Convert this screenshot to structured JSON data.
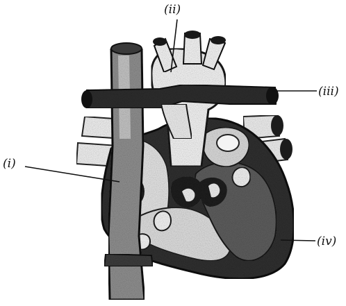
{
  "labels": {
    "i": "(i)",
    "ii": "(ii)",
    "iii": "(iii)",
    "iv": "(iv)"
  },
  "colors": {
    "ink": "#111111",
    "dark_wall": "#2a2a2a",
    "mid_grey": "#6b6b6b",
    "light_fill": "#e2e2e2",
    "paper": "#ffffff"
  }
}
